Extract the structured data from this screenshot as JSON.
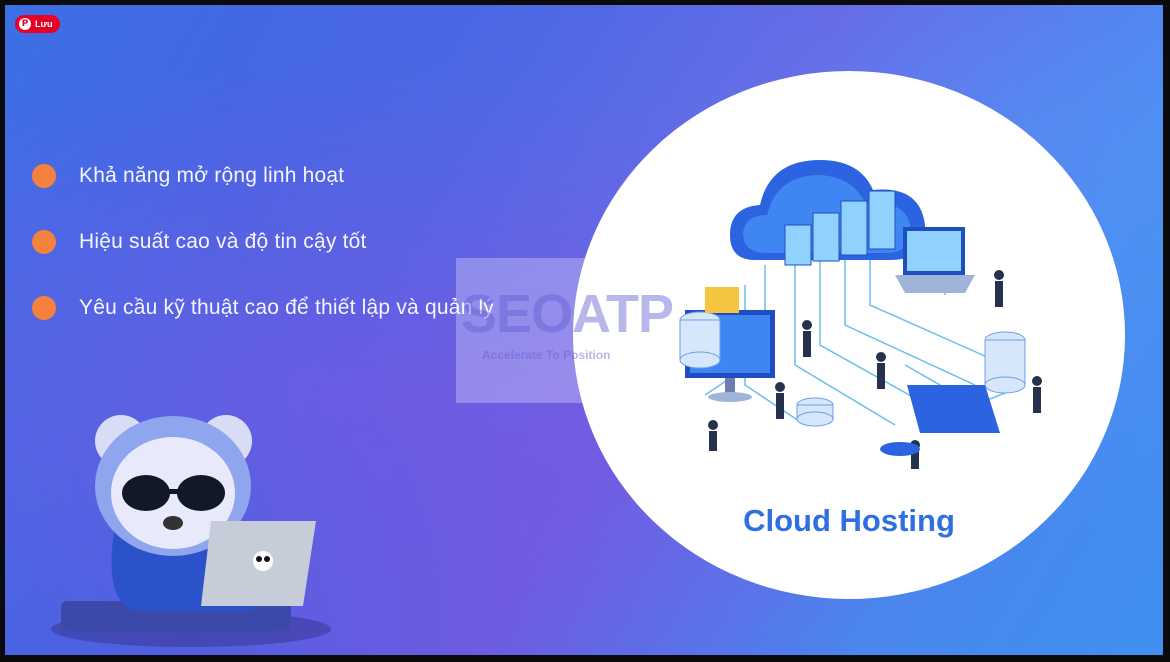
{
  "pin_button": {
    "label": "Lưu"
  },
  "bullets": [
    {
      "text": "Khả năng mở rộng linh hoạt"
    },
    {
      "text": "Hiệu suất cao và độ tin cậy tốt"
    },
    {
      "text": "Yêu cầu kỹ thuật cao để thiết lập và quản lý"
    }
  ],
  "watermark": {
    "brand": "SEOATP",
    "tagline": "Accelerate To Position"
  },
  "card": {
    "title": "Cloud Hosting"
  },
  "colors": {
    "accent_orange": "#f5813f",
    "title_blue": "#2f6fe0",
    "pinterest_red": "#e60023"
  },
  "icons": [
    "pinterest-icon",
    "cloud-server-illustration",
    "bear-mascot-illustration"
  ]
}
